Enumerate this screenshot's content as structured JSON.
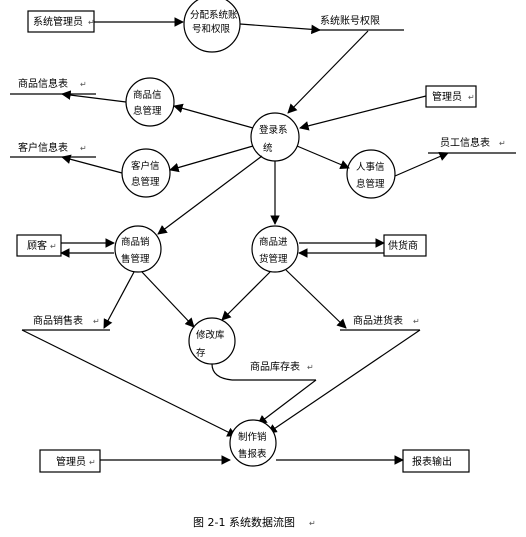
{
  "external_entities": {
    "admin_top": "系统管理员",
    "admin_right": "管理员",
    "customer": "顾客",
    "supplier": "供货商",
    "admin_bottom": "管理员",
    "report_output": "报表输出"
  },
  "processes": {
    "assign_account": [
      "分配系统账",
      "号和权限"
    ],
    "login": [
      "登录系",
      "统"
    ],
    "product_info_mgmt": [
      "商品信",
      "息管理"
    ],
    "customer_info_mgmt": [
      "客户信",
      "息管理"
    ],
    "hr_info_mgmt": [
      "人事信",
      "息管理"
    ],
    "sales_mgmt": [
      "商品销",
      "售管理"
    ],
    "purchase_mgmt": [
      "商品进",
      "货管理"
    ],
    "modify_stock": [
      "修改库",
      "存"
    ],
    "make_report": [
      "制作销",
      "售报表"
    ]
  },
  "data_stores": {
    "account_permissions": "系统账号权限",
    "product_info_table": "商品信息表",
    "customer_info_table": "客户信息表",
    "employee_info_table": "员工信息表",
    "sales_table": "商品销售表",
    "purchase_table": "商品进货表",
    "stock_table": "商品库存表"
  },
  "caption": "图 2-1  系统数据流图"
}
